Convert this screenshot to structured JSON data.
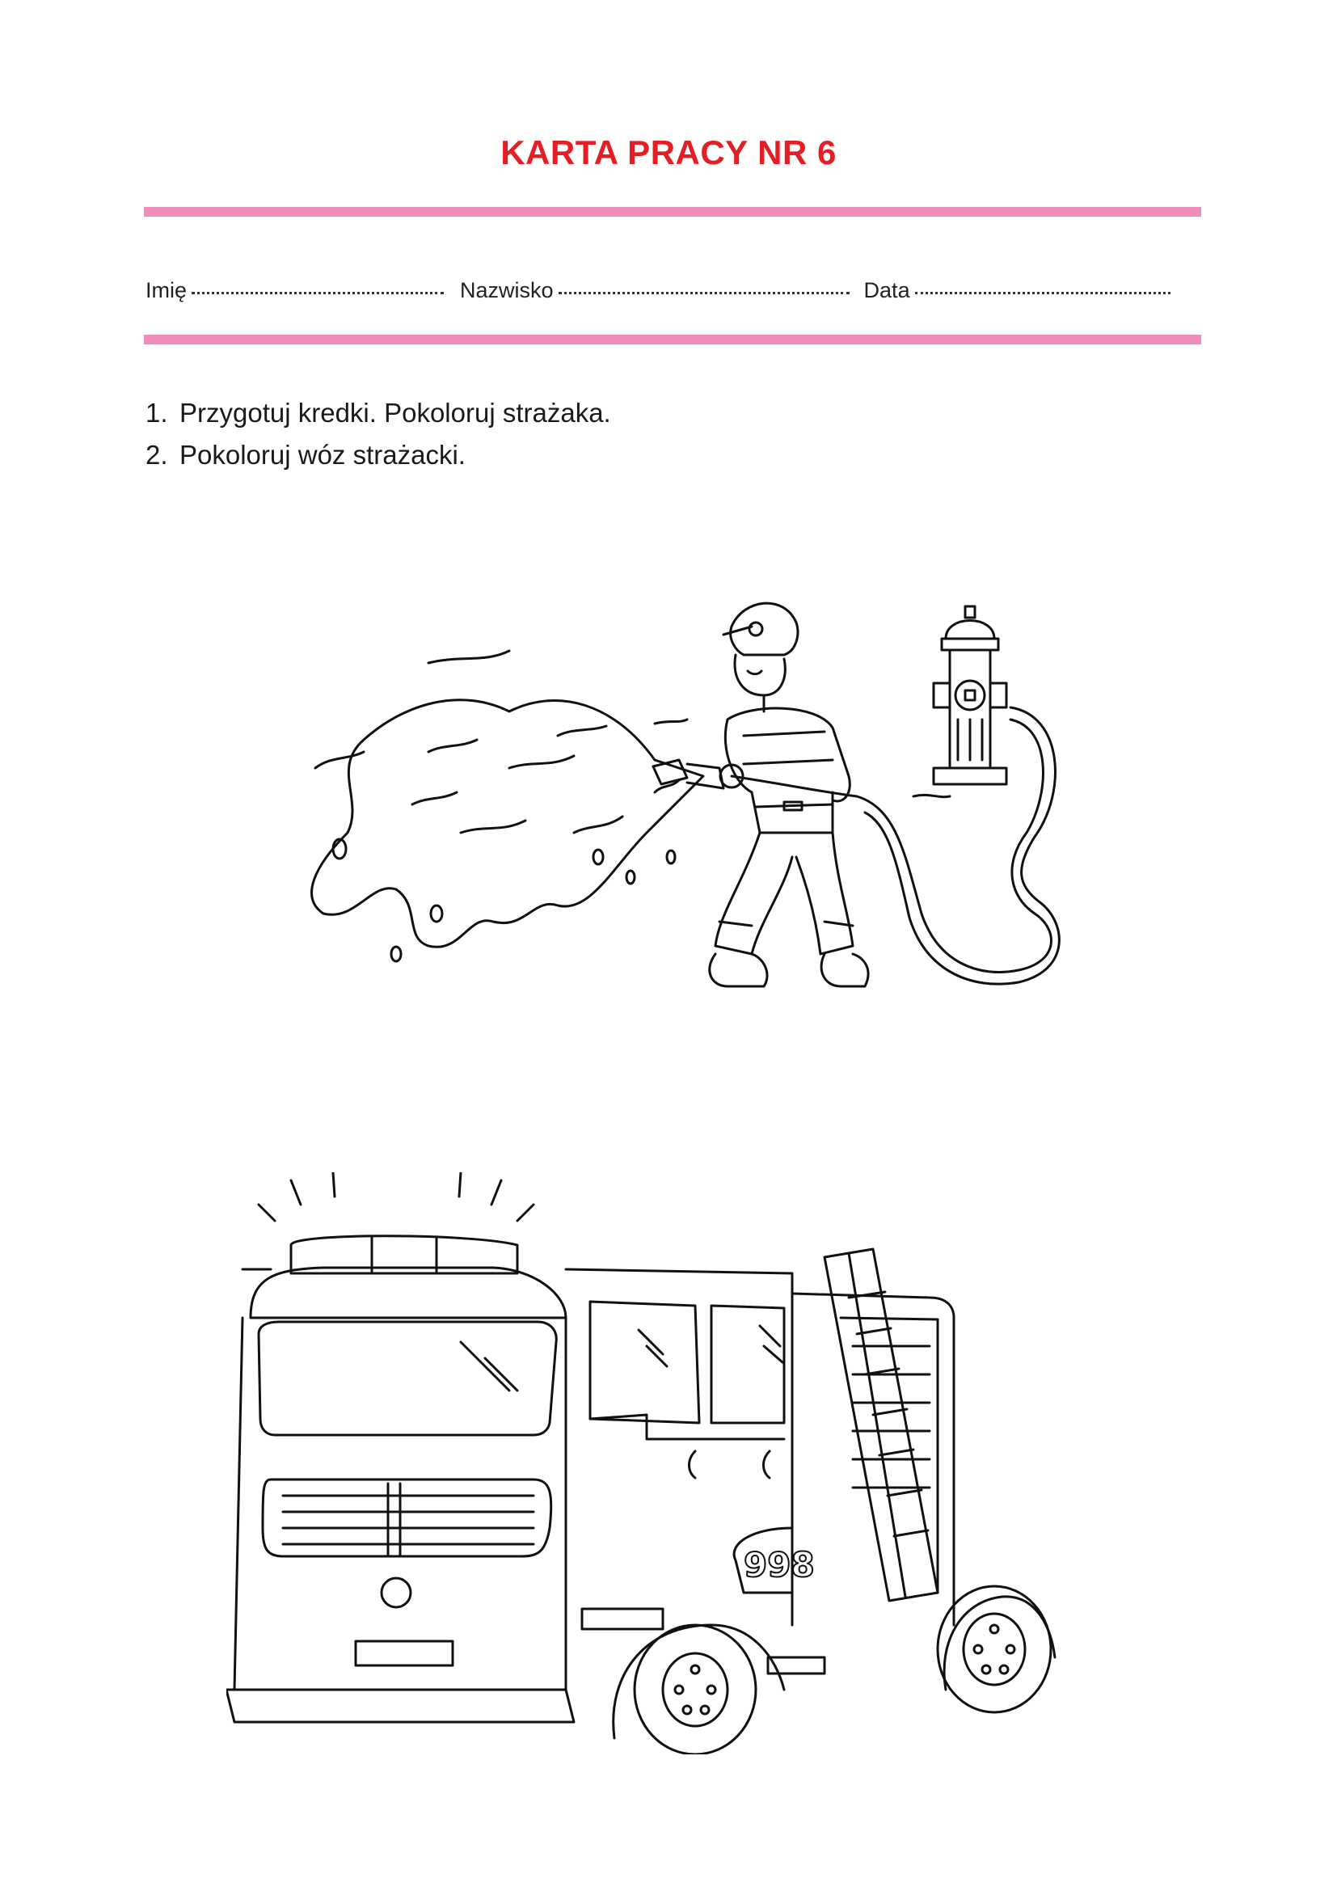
{
  "colors": {
    "title": "#e31e24",
    "rule": "#f08cba",
    "line_art": "#111111"
  },
  "header": {
    "title": "KARTA PRACY NR 6"
  },
  "form": {
    "name_label": "Imię",
    "surname_label": "Nazwisko",
    "date_label": "Data"
  },
  "instructions": [
    {
      "number": "1.",
      "text": "Przygotuj kredki. Pokoloruj strażaka."
    },
    {
      "number": "2.",
      "text": "Pokoloruj wóz strażacki."
    }
  ],
  "illustrations": {
    "truck_number": "998"
  }
}
